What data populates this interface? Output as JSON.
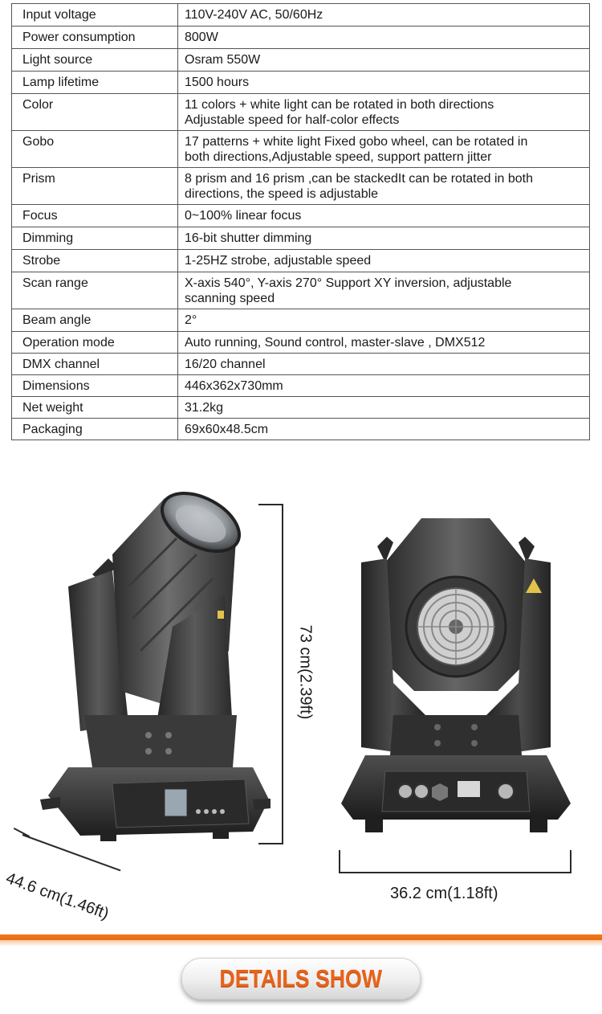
{
  "specs": [
    {
      "label": "Input voltage",
      "value": "110V-240V AC, 50/60Hz"
    },
    {
      "label": "Power consumption",
      "value": "800W"
    },
    {
      "label": "Light source",
      "value": "Osram 550W"
    },
    {
      "label": "Lamp lifetime",
      "value": "1500 hours"
    },
    {
      "label": "Color",
      "value": "11 colors + white light can be rotated in both directions",
      "value2": "Adjustable speed for half-color effects"
    },
    {
      "label": "Gobo",
      "value": "17 patterns + white light Fixed gobo wheel, can be rotated in",
      "value2": "both directions,Adjustable speed, support pattern jitter"
    },
    {
      "label": "Prism",
      "value": "8 prism and 16 prism ,can be stackedIt can be rotated in both",
      "value2": "directions, the speed is adjustable"
    },
    {
      "label": "Focus",
      "value": "0~100% linear focus"
    },
    {
      "label": "Dimming",
      "value": "16-bit shutter dimming"
    },
    {
      "label": "Strobe",
      "value": "1-25HZ strobe, adjustable speed"
    },
    {
      "label": "Scan range",
      "value": " X-axis 540°, Y-axis 270° Support XY inversion, adjustable",
      "value2": "scanning speed"
    },
    {
      "label": "Beam angle",
      "value": " 2°"
    },
    {
      "label": "Operation  mode",
      "value": "Auto running, Sound  control, master-slave , DMX512"
    },
    {
      "label": "DMX channel",
      "value": "16/20 channel"
    },
    {
      "label": "Dimensions",
      "value": "446x362x730mm"
    },
    {
      "label": "Net weight",
      "value": "31.2kg"
    },
    {
      "label": "Packaging",
      "value": "69x60x48.5cm"
    }
  ],
  "dimensions": {
    "height": "73 cm(2.39ft)",
    "depth": "44.6 cm(1.46ft)",
    "width": "36.2 cm(1.18ft)"
  },
  "footer": {
    "button_label": "DETAILS SHOW",
    "accent_color": "#e8621a"
  }
}
